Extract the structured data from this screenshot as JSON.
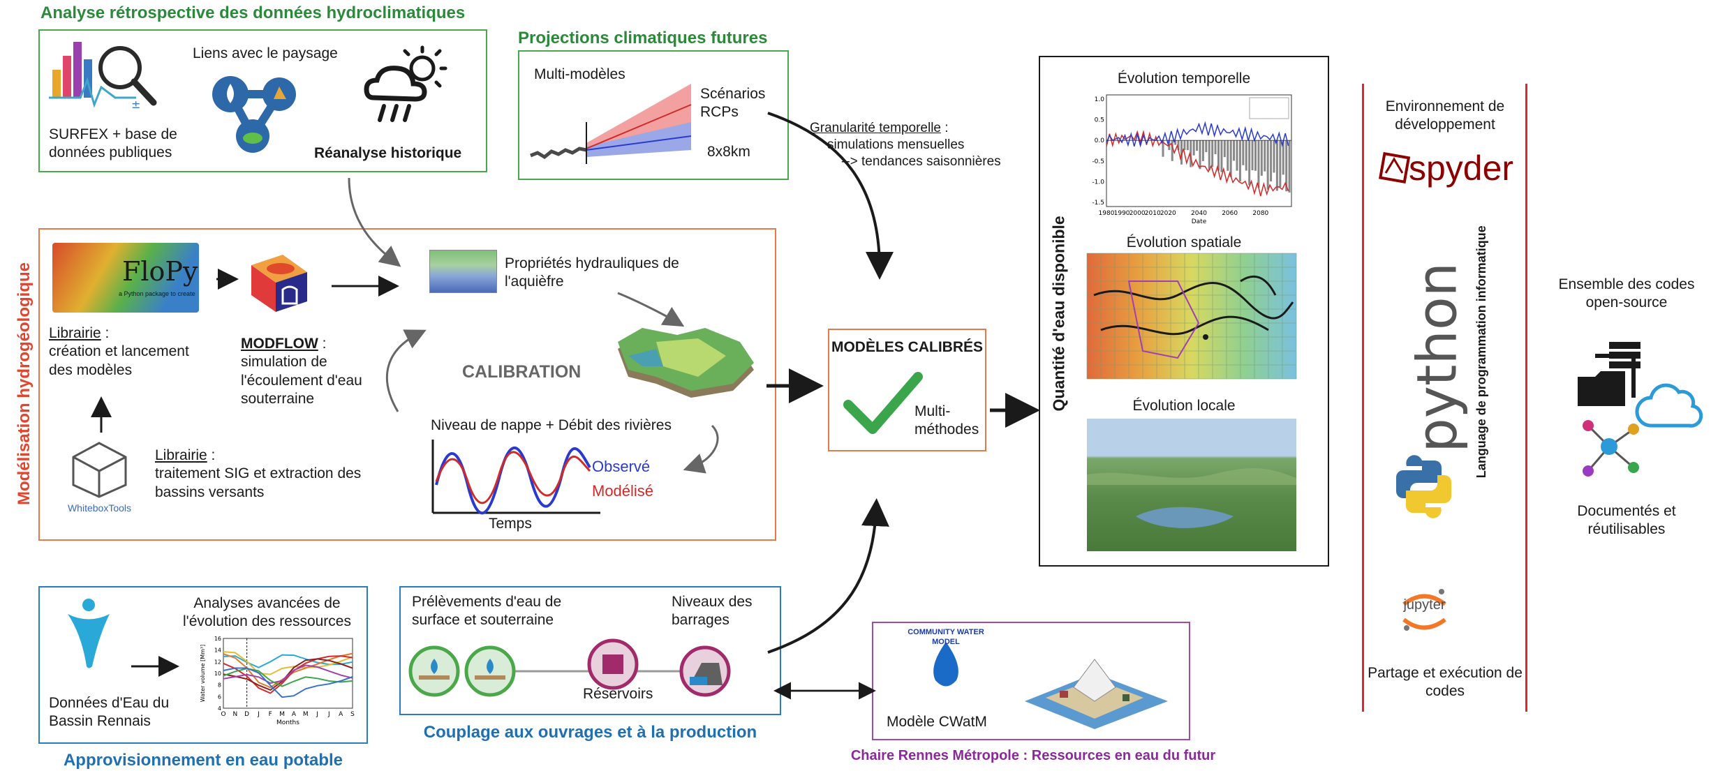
{
  "colors": {
    "green": "#4aa84a",
    "orange": "#e07a4f",
    "blue": "#2c7bbf",
    "purple": "#a24aa8",
    "red_rule": "#d9282f",
    "black": "#1a1a1a"
  },
  "retro": {
    "title": "Analyse rétrospective des données hydroclimatiques",
    "surfex": "SURFEX + base de données publiques",
    "paysage": "Liens avec le paysage",
    "reanalyse": "Réanalyse historique"
  },
  "projections": {
    "title": "Projections climatiques futures",
    "multimodeles": "Multi-modèles",
    "scenarios": "Scénarios RCPs",
    "resolution": "8x8km"
  },
  "granularite": {
    "label": "Granularité temporelle",
    "line1": "simulations mensuelles",
    "line2": "--> tendances saisonnières"
  },
  "hydro": {
    "side_title": "Modélisation hydrogéologique",
    "flopy": "FloPy",
    "flopy_sub": "a Python package to create",
    "librairie1_label": "Librairie",
    "librairie1_text": "création et lancement des modèles",
    "modflow_label": "MODFLOW",
    "modflow_text": "simulation de l'écoulement d'eau souterraine",
    "whitebox": "WhiteboxTools",
    "librairie2_label": "Librairie",
    "librairie2_text": "traitement SIG et extraction des bassins versants",
    "proprietes": "Propriétés hydrauliques de l'aquièfre",
    "calibration": "CALIBRATION",
    "niveau": "Niveau de nappe + Débit des rivières",
    "observe": "Observé",
    "modelise": "Modélisé",
    "temps": "Temps"
  },
  "calibres": {
    "title": "MODÈLES CALIBRÉS",
    "multi": "Multi-méthodes"
  },
  "quantite": {
    "side_title": "Quantité d'eau disponible",
    "temporelle": "Évolution temporelle",
    "spatiale": "Évolution spatiale",
    "locale": "Évolution locale",
    "chart_xlabel": "Date",
    "chart_x_ticks": [
      "1980",
      "1990",
      "2000",
      "2010",
      "2020",
      "2040",
      "2060",
      "2080"
    ],
    "chart_y_ticks": [
      "1.0",
      "0.5",
      "0.0",
      "-0.5",
      "-1.0",
      "-1.5"
    ]
  },
  "tools": {
    "env_dev": "Environnement de développement",
    "spyder": "spyder",
    "python": "python",
    "langage": "Language de programmation informatique",
    "jupyter": "jupyter",
    "partage": "Partage et exécution de codes",
    "ensemble": "Ensemble des codes open-source",
    "documentes": "Documentés et réutilisables"
  },
  "potable": {
    "title": "Approvisionnement en eau potable",
    "analyses": "Analyses avancées de l'évolution des ressources",
    "donnees": "Données d'Eau du Bassin Rennais",
    "chart_ylabel": "Water volume [Mm³]",
    "chart_xlabel": "Months",
    "chart_months": [
      "O",
      "N",
      "D",
      "J",
      "F",
      "M",
      "A",
      "M",
      "J",
      "J",
      "A",
      "S"
    ],
    "chart_y_ticks": [
      "16",
      "14",
      "12",
      "10",
      "8",
      "6",
      "4"
    ]
  },
  "couplage": {
    "title": "Couplage aux ouvrages et à la production",
    "prelevements": "Prélèvements d'eau de surface et souterraine",
    "barrages": "Niveaux des barrages",
    "reservoirs": "Réservoirs"
  },
  "chaire": {
    "title": "Chaire Rennes Métropole : Ressources en eau du futur",
    "cwatm": "Modèle CWatM",
    "cwatm_ring": "COMMUNITY WATER MODEL"
  },
  "chart_data": [
    {
      "type": "line",
      "x": [
        1980,
        2000,
        2020,
        2040,
        2060,
        2080,
        2100
      ],
      "series": [
        {
          "values": [
            0.0,
            0.1,
            -0.1,
            -0.6,
            -0.9,
            -1.2,
            -1.1
          ]
        },
        {
          "values": [
            0.05,
            0.0,
            0.05,
            0.3,
            0.2,
            0.1,
            0.0
          ]
        }
      ],
      "ylim": [
        -1.6,
        1.1
      ]
    },
    {
      "type": "line",
      "categories": [
        "O",
        "N",
        "D",
        "J",
        "F",
        "M",
        "A",
        "M",
        "J",
        "J",
        "A",
        "S"
      ],
      "ylabel": "Water volume [Mm³]",
      "xlabel": "Months",
      "ylim": [
        4,
        16
      ]
    }
  ]
}
